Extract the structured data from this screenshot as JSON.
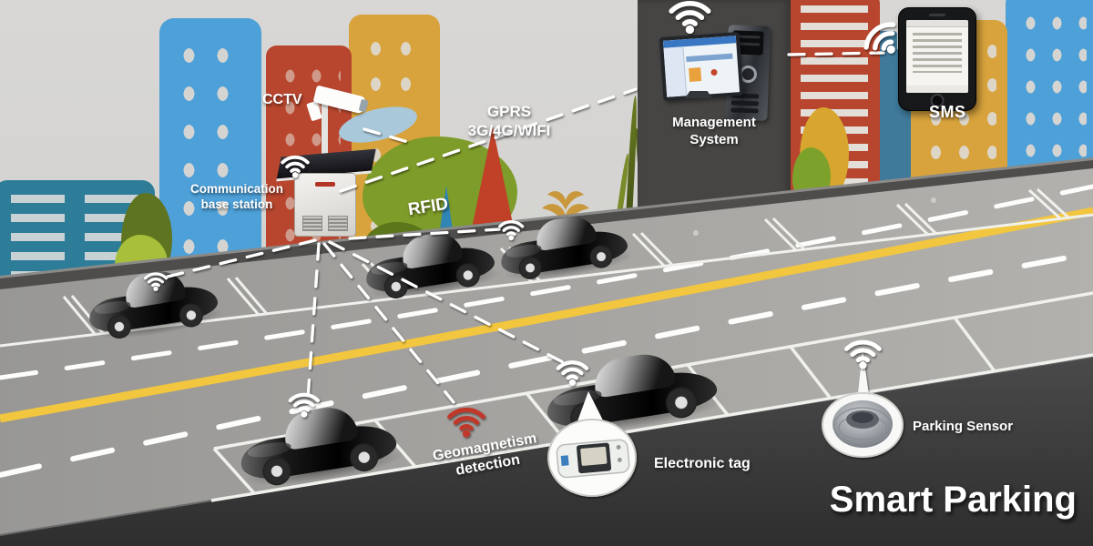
{
  "diagram": {
    "title": "Smart Parking",
    "nodes": {
      "cctv": {
        "label": "CCTV"
      },
      "base_station": {
        "line1": "Communication",
        "line2": "base station"
      },
      "gprs": {
        "line1": "GPRS",
        "line2": "3G/4G/WIFI"
      },
      "rfid": {
        "label": "RFID"
      },
      "management": {
        "line1": "Management",
        "line2": "System"
      },
      "sms": {
        "label": "SMS"
      },
      "geomagnetism": {
        "line1": "Geomagnetism",
        "line2": "detection"
      },
      "electronic_tag": {
        "label": "Electronic tag"
      },
      "parking_sensor": {
        "label": "Parking Sensor"
      }
    },
    "icons": {
      "wifi_white": "wifi-icon",
      "wifi_red": "wifi-icon-red",
      "cctv_camera": "cctv-camera-icon",
      "solar_panel": "solar-panel",
      "management_computer": "desktop-computer",
      "sms_phone": "smartphone",
      "electronic_tag_device": "electronic-tag-device",
      "parking_sensor_device": "parking-sensor-dome"
    },
    "colors": {
      "sky": "#d6d5d3",
      "road": "#a3a2a0",
      "lane_yellow": "#f2c63e",
      "dark_foreground": "#3a3a3a",
      "management_panel": "#474543",
      "wifi_white": "#ffffff",
      "wifi_red": "#c0392b",
      "building_blue": "#4da0d8",
      "building_teal": "#2d7d99",
      "building_red": "#b8462e",
      "building_gold": "#d8a33c",
      "tree_green": "#7e9c29"
    }
  }
}
